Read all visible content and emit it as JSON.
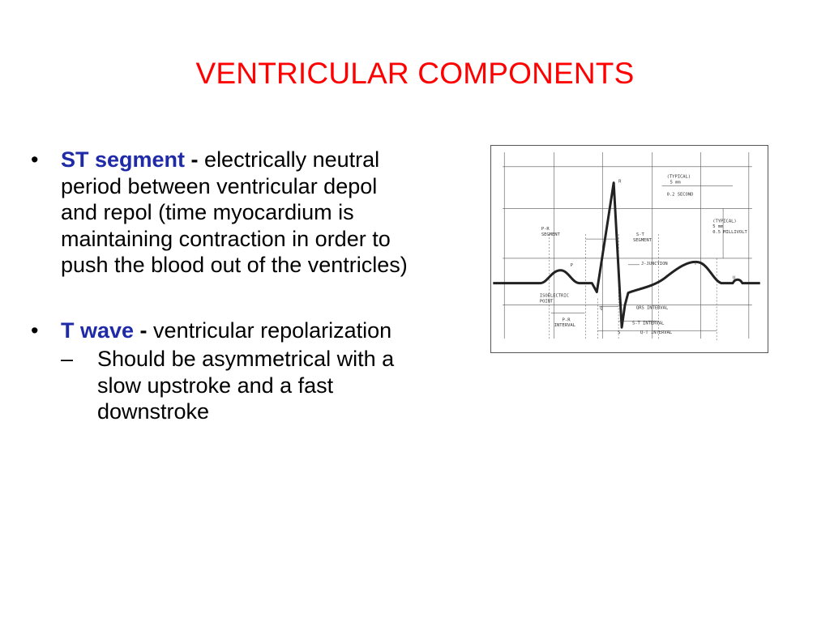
{
  "slide": {
    "title": "VENTRICULAR COMPONENTS"
  },
  "bullets": [
    {
      "marker": "•",
      "term": "ST segment",
      "separator": " - ",
      "text": "electrically neutral period between ventricular depol and repol (time myocardium is maintaining contraction in order to push the blood out of the ventricles)"
    },
    {
      "marker": "•",
      "term": "T wave",
      "separator": " - ",
      "text": "ventricular repolarization",
      "sub": {
        "marker": "–",
        "text": "Should be asymmetrical with a slow upstroke and a fast downstroke"
      }
    }
  ],
  "ecg_figure": {
    "labels": {
      "r": "R",
      "p": "P",
      "t": "T",
      "u": "U",
      "q": "Q",
      "s": "S",
      "typical_top_1": "(TYPICAL)",
      "typical_top_2": "5 mm",
      "typical_top_3": "0.2 SECOND",
      "typical_right_1": "(TYPICAL)",
      "typical_right_2": "5 mm",
      "typical_right_3": "0.5 MILLIVOLT",
      "pr_segment_1": "P-R",
      "pr_segment_2": "SEGMENT",
      "st_segment_1": "S-T",
      "st_segment_2": "SEGMENT",
      "j_junction": "J-JUNCTION",
      "isoelectric_1": "ISOELECTRIC",
      "isoelectric_2": "POINT",
      "qrs_interval": "QRS INTERVAL",
      "pr_interval_1": "P-R",
      "pr_interval_2": "INTERVAL",
      "st_interval": "S-T INTERVAL",
      "qt_interval": "Q-T INTERVAL"
    }
  }
}
